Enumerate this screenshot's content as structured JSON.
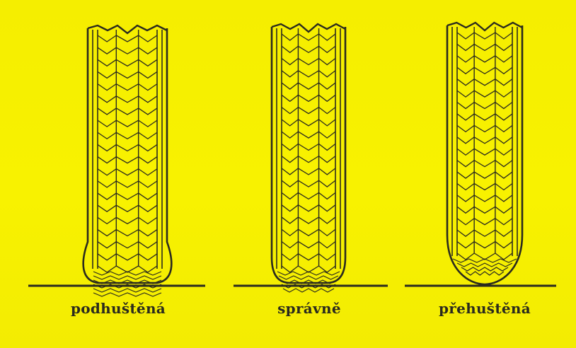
{
  "labels": {
    "underinflated": "podhuštěná",
    "correct": "správně",
    "overinflated": "přehuštěná"
  },
  "colors": {
    "background": "#f7f000",
    "ink": "#2a2a1e"
  }
}
